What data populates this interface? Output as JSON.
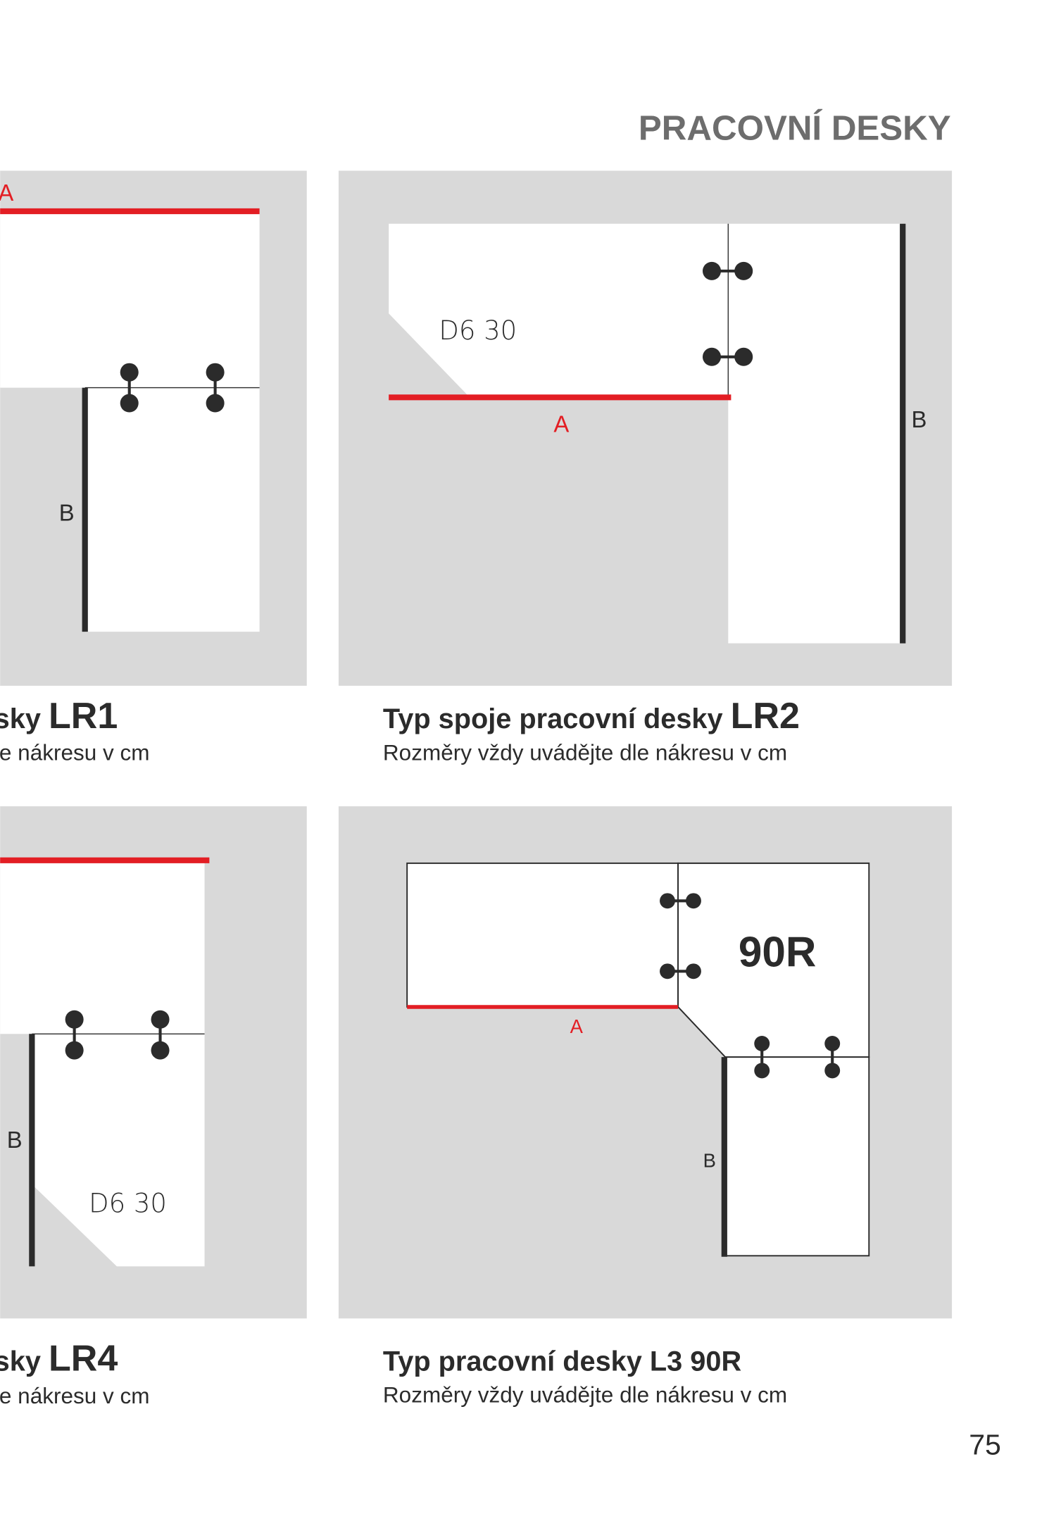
{
  "header": {
    "title": "PRACOVNÍ DESKY"
  },
  "colors": {
    "panel": "#d9d9d9",
    "accent_red": "#e31e24",
    "dark": "#2b2b2b",
    "header_gray": "#6d6d6d"
  },
  "diagrams": [
    {
      "id": "LR1",
      "labels": {
        "a": "A",
        "b": "B"
      },
      "caption": {
        "prefix": "Typ spoje pracovní desky ",
        "code": "LR1",
        "subtitle": "Rozměry vždy uvádějte dle nákresu v cm"
      }
    },
    {
      "id": "LR2",
      "labels": {
        "a": "A",
        "b": "B",
        "dimension": "D6 30"
      },
      "caption": {
        "prefix": "Typ spoje pracovní desky ",
        "code": "LR2",
        "subtitle": "Rozměry vždy uvádějte dle nákresu v cm"
      }
    },
    {
      "id": "LR4",
      "labels": {
        "b": "B",
        "dimension": "D6 30"
      },
      "caption": {
        "prefix": "Typ spoje pracovní desky ",
        "code": "LR4",
        "subtitle": "Rozměry vždy uvádějte dle nákresu v cm"
      }
    },
    {
      "id": "L3 90R",
      "labels": {
        "a": "A",
        "b": "B",
        "corner": "90R"
      },
      "caption": {
        "title": "Typ pracovní desky L3 90R",
        "subtitle": "Rozměry vždy uvádějte dle nákresu v cm"
      }
    }
  ],
  "footer": {
    "page_number": "75"
  }
}
